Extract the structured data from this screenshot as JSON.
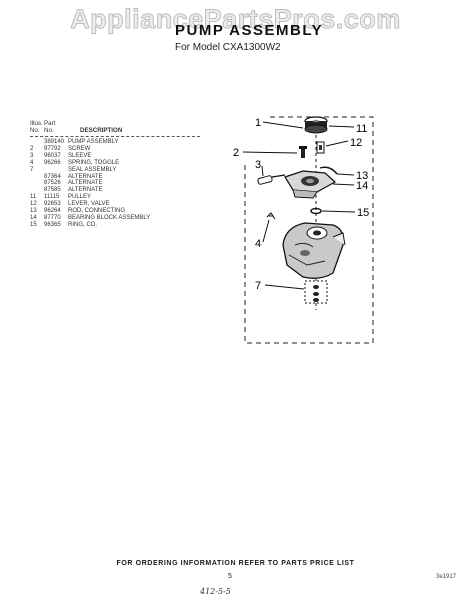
{
  "watermark": "AppliancePartsPros.com",
  "title": "PUMP ASSEMBLY",
  "subtitle": "For Model CXA1300W2",
  "table": {
    "headers": {
      "illus_line1": "Illus.",
      "illus_line2": "No.",
      "part_line1": "Part",
      "part_line2": "No.",
      "description": "DESCRIPTION"
    },
    "rows": [
      {
        "illus": "",
        "part": "389140",
        "desc": "PUMP ASSEMBLY"
      },
      {
        "illus": "2",
        "part": "97792",
        "desc": "SCREW"
      },
      {
        "illus": "3",
        "part": "96037",
        "desc": "SLEEVE"
      },
      {
        "illus": "4",
        "part": "96266",
        "desc": "SPRING, TOGGLE"
      },
      {
        "illus": "7",
        "part": "",
        "desc": "SEAL ASSEMBLY"
      },
      {
        "illus": "",
        "part": "87364",
        "desc": "ALTERNATE"
      },
      {
        "illus": "",
        "part": "87526",
        "desc": "ALTERNATE"
      },
      {
        "illus": "",
        "part": "87585",
        "desc": "ALTERNATE"
      },
      {
        "illus": "11",
        "part": "11115",
        "desc": "PULLEY"
      },
      {
        "illus": "12",
        "part": "92653",
        "desc": "LEVER, VALVE"
      },
      {
        "illus": "13",
        "part": "96264",
        "desc": "ROD, CONNECTING"
      },
      {
        "illus": "14",
        "part": "87770",
        "desc": "BEARING BLOCK ASSEMBLY"
      },
      {
        "illus": "15",
        "part": "96365",
        "desc": "RING, CO."
      }
    ]
  },
  "callouts": [
    "1",
    "2",
    "3",
    "4",
    "7",
    "11",
    "12",
    "13",
    "14",
    "15"
  ],
  "footer": "FOR ORDERING INFORMATION REFER TO PARTS PRICE LIST",
  "page_number": "5",
  "doc_code": "3e1917",
  "handwritten_note": "412-5-5"
}
